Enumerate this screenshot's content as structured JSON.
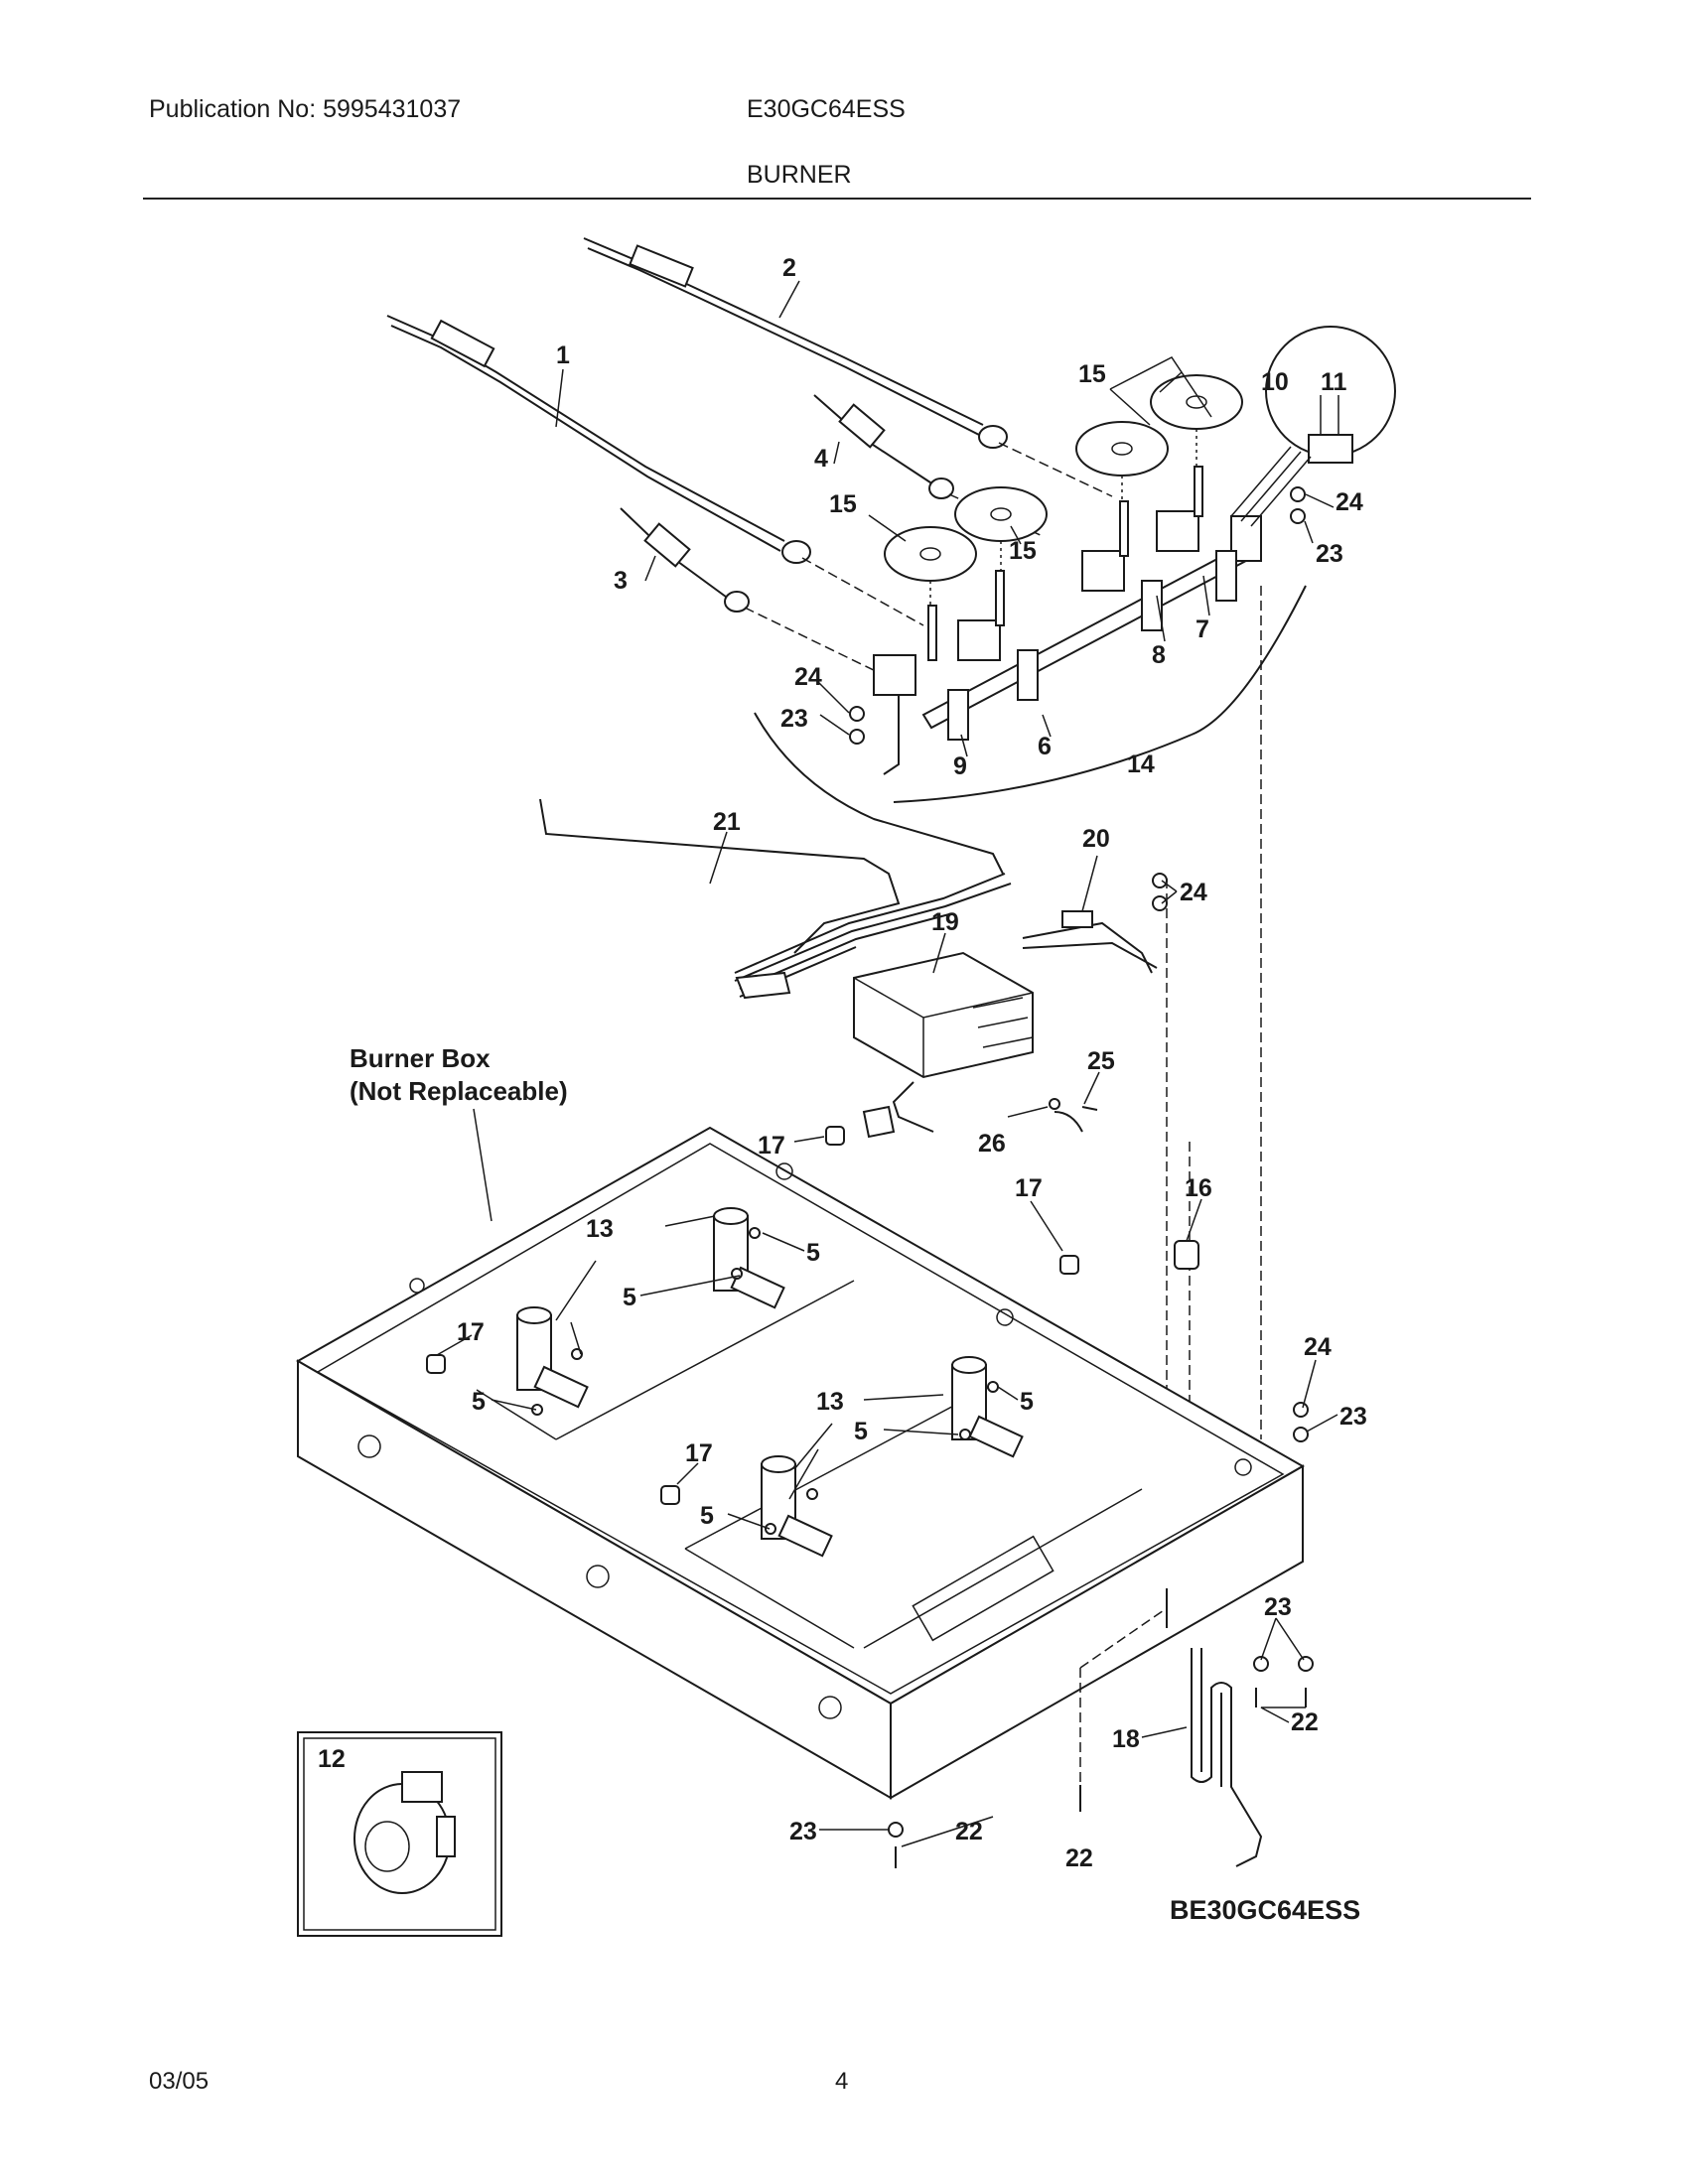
{
  "header": {
    "publication": "Publication No: 5995431037",
    "model": "E30GC64ESS",
    "section": "BURNER"
  },
  "diagram": {
    "callouts": {
      "c1": "1",
      "c2": "2",
      "c3": "3",
      "c4": "4",
      "c5": "5",
      "c6": "6",
      "c7": "7",
      "c8": "8",
      "c9": "9",
      "c10": "10",
      "c11": "11",
      "c12": "12",
      "c13": "13",
      "c14": "14",
      "c15": "15",
      "c16": "16",
      "c17": "17",
      "c18": "18",
      "c19": "19",
      "c20": "20",
      "c21": "21",
      "c22": "22",
      "c23": "23",
      "c24": "24",
      "c25": "25",
      "c26": "26"
    },
    "burner_box_line1": "Burner Box",
    "burner_box_line2": "(Not Replaceable)",
    "drawing_code": "BE30GC64ESS"
  },
  "footer": {
    "date": "03/05",
    "page": "4"
  }
}
